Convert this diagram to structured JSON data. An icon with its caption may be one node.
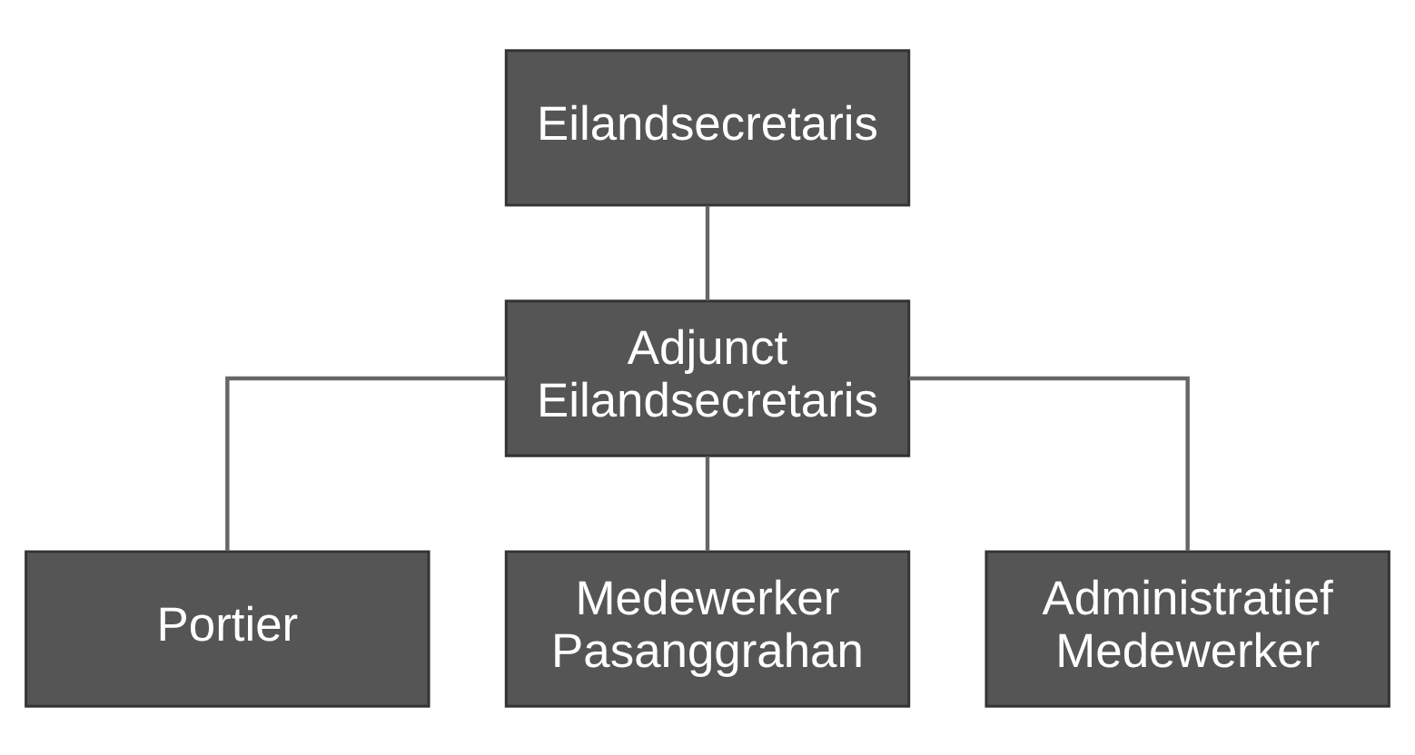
{
  "diagram": {
    "nodes": [
      {
        "text": [
          "Eilandsecretaris"
        ]
      },
      {
        "text": [
          "Adjunct Eilandsecretaris"
        ]
      },
      {
        "text": [
          "Portier"
        ]
      },
      {
        "text": [
          "Medewerker Pasanggrahan"
        ]
      },
      {
        "text": [
          "Administratief Medewerker"
        ]
      }
    ],
    "edges": [
      {
        "from": 0,
        "to": 1,
        "arrow": "none"
      },
      {
        "from": 1,
        "to": 2,
        "arrow": "none"
      },
      {
        "from": 1,
        "to": 3,
        "arrow": "none"
      },
      {
        "from": 1,
        "to": 4,
        "arrow": "none"
      }
    ]
  }
}
